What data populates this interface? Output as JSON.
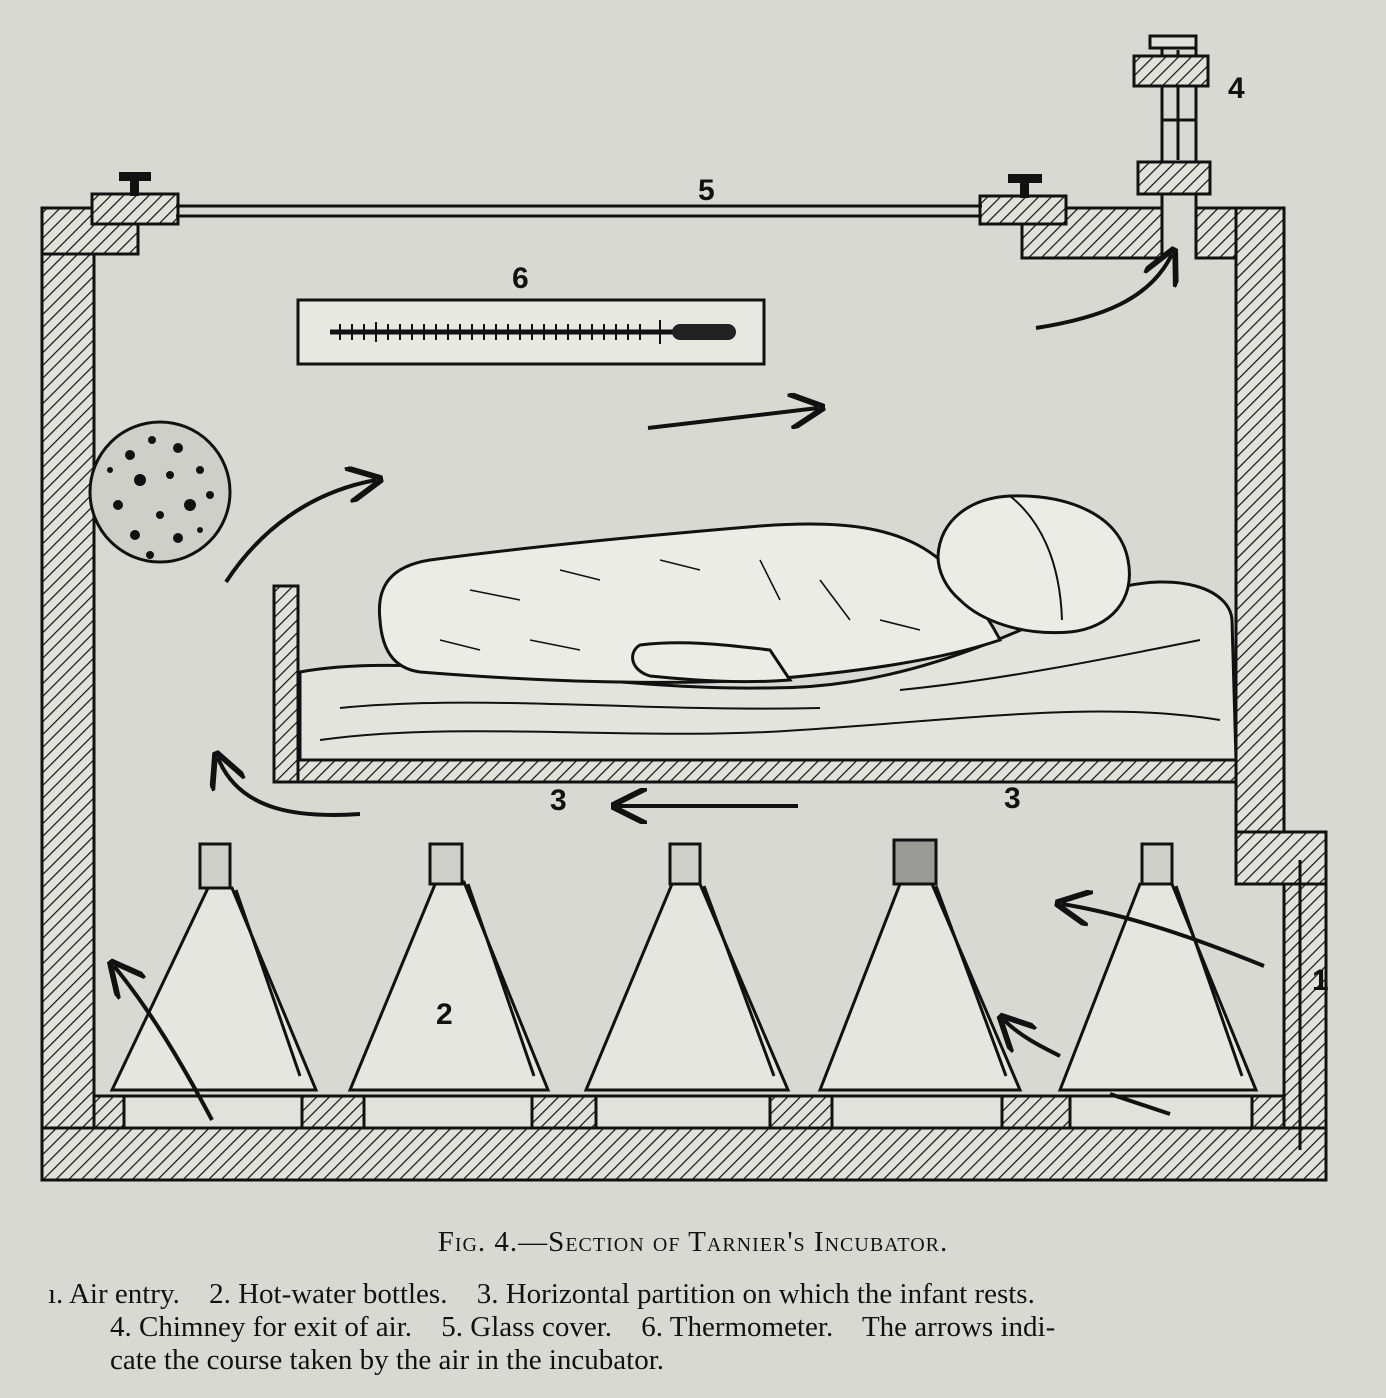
{
  "labels": {
    "air_entry": "1",
    "bottles": "2",
    "partition_left": "3",
    "partition_right": "3",
    "chimney": "4",
    "glass_cover": "5",
    "thermometer": "6"
  },
  "caption": "Fig. 4.—Section of Tarnier's Incubator.",
  "legend": {
    "row1": [
      "ı. Air entry.",
      "2. Hot-water bottles.",
      "3. Horizontal partition on which the infant rests."
    ],
    "row2": [
      "4. Chimney for exit of air.",
      "5. Glass cover.",
      "6. Thermometer.",
      "The arrows indi-"
    ],
    "row3": [
      "cate the course taken by the air in the incubator."
    ]
  }
}
